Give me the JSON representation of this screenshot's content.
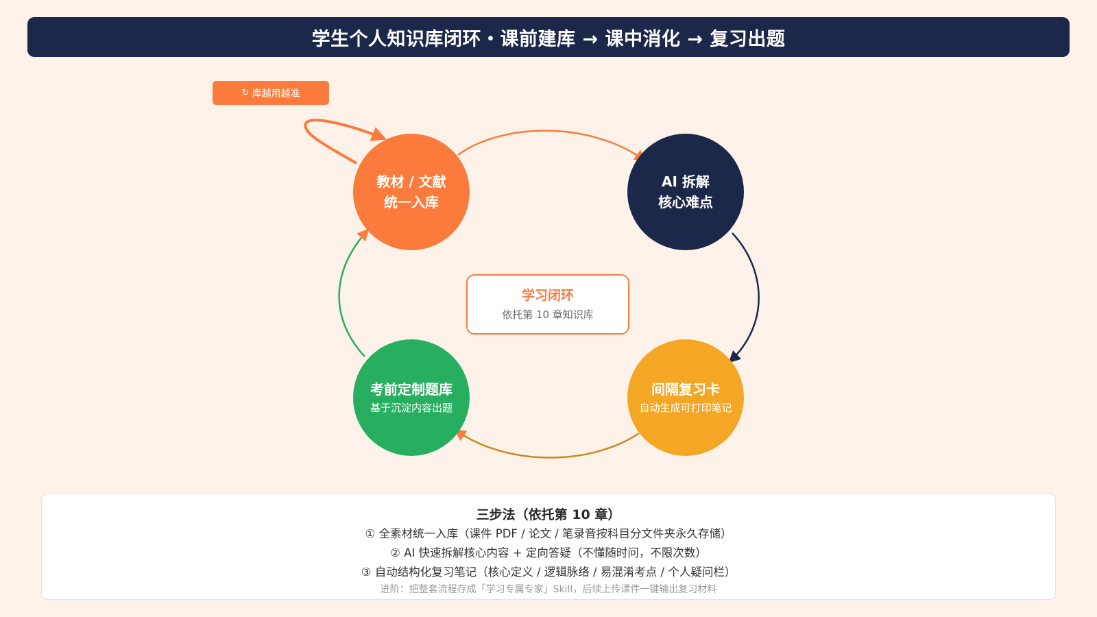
{
  "header": {
    "title": "学生个人知识库闭环・课前建库 → 课中消化 → 复习出题"
  },
  "badge": {
    "icon": "↻",
    "icon_name": "refresh-loop-icon",
    "label": "库越用越准"
  },
  "nodes": [
    {
      "id": "textbook",
      "line1": "教材 / 文献",
      "line2": "统一入库",
      "color": "#fb7b3c"
    },
    {
      "id": "ai",
      "line1": "AI 拆解",
      "line2": "核心难点",
      "color": "#1c2849"
    },
    {
      "id": "spaced",
      "line1": "间隔复习卡",
      "line2": "自动生成可打印笔记",
      "color": "#f4a725"
    },
    {
      "id": "exam",
      "line1": "考前定制题库",
      "line2": "基于沉淀内容出题",
      "color": "#27ae60"
    }
  ],
  "center": {
    "title": "学习闭环",
    "subtitle": "依托第 10 章知识库"
  },
  "panel": {
    "title": "三步法（依托第 10 章）",
    "steps": [
      "① 全素材统一入库（课件 PDF / 论文 / 笔录音按科目分文件夹永久存储）",
      "② AI 快速拆解核心内容 + 定向答疑（不懂随时问，不限次数）",
      "③ 自动结构化复习笔记（核心定义 / 逻辑脉络 / 易混淆考点 / 个人疑问栏）"
    ],
    "note": "进阶：把整套流程存成「学习专属专家」Skill，后续上传课件一键输出复习材料"
  },
  "colors": {
    "background": "#fdf2ea",
    "header": "#1c2849",
    "orange": "#fb7b3c",
    "navy": "#1c2849",
    "yellow": "#f4a725",
    "green": "#27ae60",
    "arrow_yellow_to_green": "#c98a1a"
  }
}
